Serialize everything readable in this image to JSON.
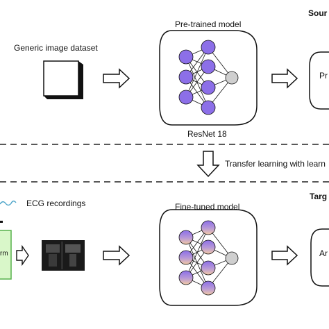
{
  "source": {
    "section_label": "Sour",
    "dataset_label": "Generic image dataset",
    "model_title": "Pre-trained model",
    "model_name": "ResNet 18",
    "output_box_text": "Pr"
  },
  "transfer": {
    "label": "Transfer learning with learn"
  },
  "target": {
    "section_label": "Targ",
    "ecg_label": "ECG recordings",
    "input_box_text": "rm",
    "model_title": "Fine-tuned model",
    "output_box_text": "Ar"
  },
  "colors": {
    "pretrained_node": "#8c6fe8",
    "finetuned_node_top": "#8c6fe8",
    "finetuned_node_bottom": "#f2c9a4",
    "output_node": "#cfcfcf",
    "input_box_fill": "#d9f7c9",
    "input_box_stroke": "#55b04a",
    "wave": "#4aa3c8"
  },
  "icons": {
    "arrow": "hollow-right-arrow",
    "transfer_arrow": "hollow-down-arrow"
  }
}
